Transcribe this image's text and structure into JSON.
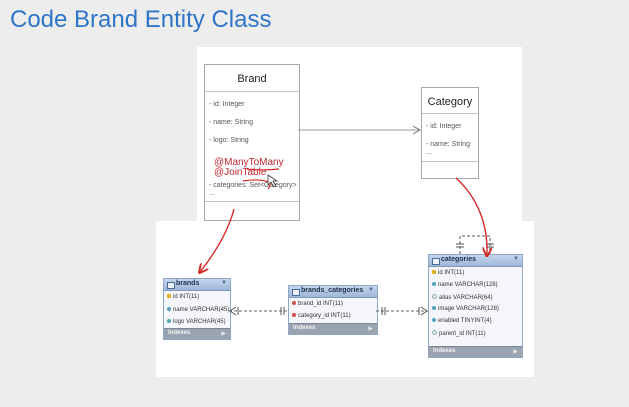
{
  "slide": {
    "title": "Code Brand Entity Class"
  },
  "uml": {
    "brand": {
      "title": "Brand",
      "fields": [
        "- id: Integer",
        "- name: String",
        "- logo: String"
      ],
      "annotations": [
        "@ManyToMany",
        "@JoinTable"
      ],
      "relation_field": "- categories: Set<Category>",
      "ellipsis": "..."
    },
    "category": {
      "title": "Category",
      "fields": [
        "- id: Integer",
        "- name: String"
      ],
      "ellipsis": "..."
    }
  },
  "db": {
    "brands": {
      "name": "brands",
      "columns": [
        {
          "text": "id INT(11)",
          "key": "pk"
        },
        {
          "text": "name VARCHAR(45)",
          "key": "c"
        },
        {
          "text": "logo VARCHAR(45)",
          "key": "c"
        }
      ],
      "indexes_label": "Indexes"
    },
    "brands_categories": {
      "name": "brands_categories",
      "columns": [
        {
          "text": "brand_id INT(11)",
          "key": "fk"
        },
        {
          "text": "category_id INT(11)",
          "key": "fk"
        }
      ],
      "indexes_label": "Indexes"
    },
    "categories": {
      "name": "categories",
      "columns": [
        {
          "text": "id INT(11)",
          "key": "pk"
        },
        {
          "text": "name VARCHAR(128)",
          "key": "c"
        },
        {
          "text": "alias VARCHAR(64)",
          "key": "h"
        },
        {
          "text": "image VARCHAR(128)",
          "key": "c"
        },
        {
          "text": "enabled TINYINT(4)",
          "key": "c"
        },
        {
          "text": "parent_id INT(11)",
          "key": "h"
        }
      ],
      "indexes_label": "Indexes"
    }
  },
  "colors": {
    "title": "#2e75c9",
    "annotation": "#c0272d",
    "red_arrow": "#d42a2a"
  }
}
